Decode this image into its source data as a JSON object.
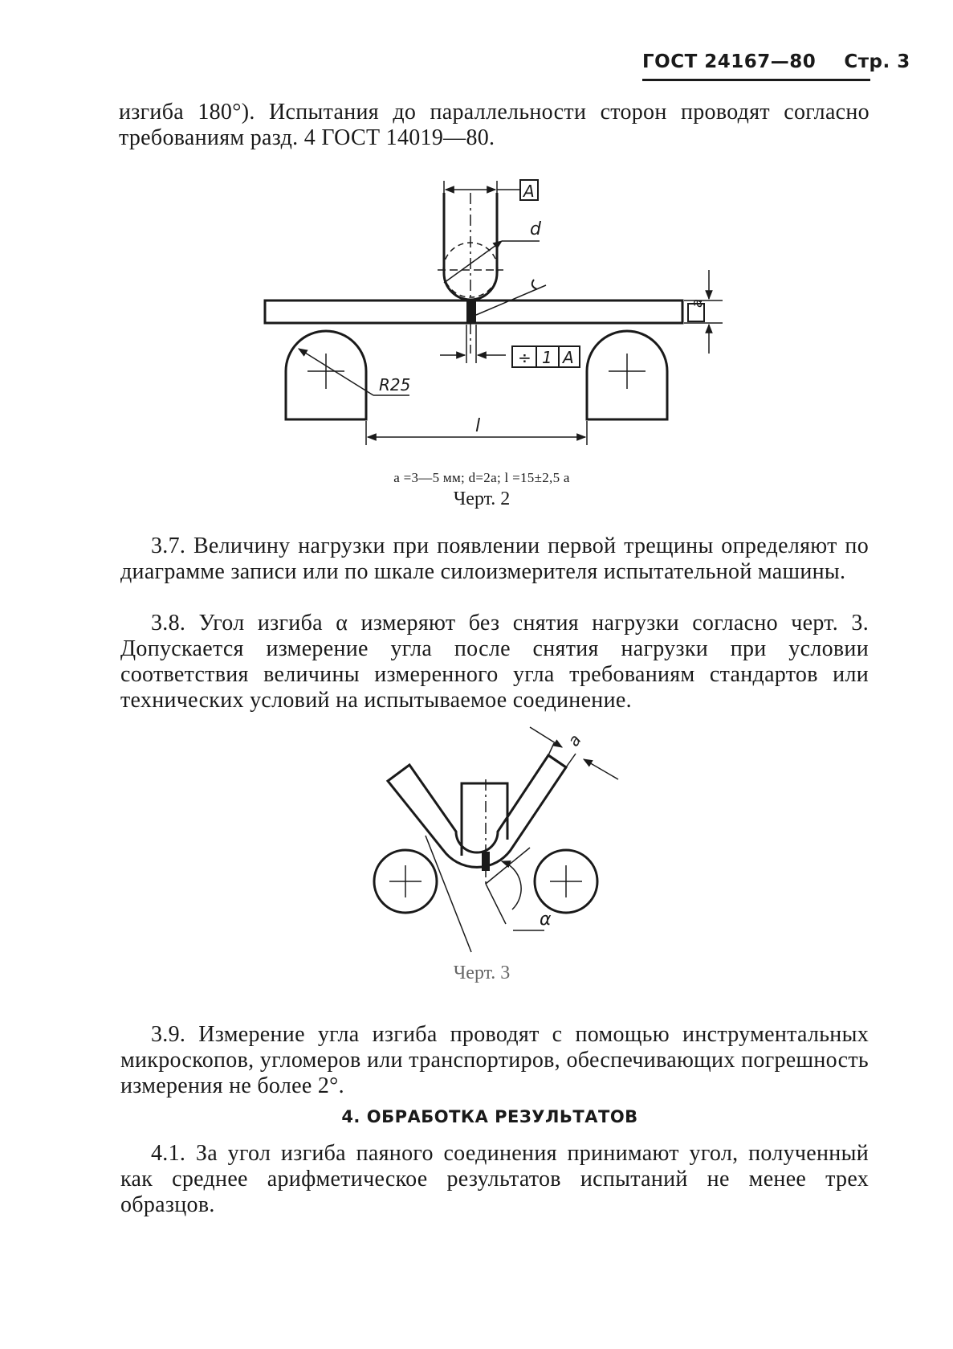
{
  "header": {
    "gost": "ГОСТ 24167—80",
    "page": "Стр. 3"
  },
  "intro_paragraph": "изгиба 180°). Испытания до параллельности сторон проводят согласно требованиям разд. 4 ГОСТ 14019—80.",
  "figure2": {
    "labels": {
      "A": "A",
      "d": "d",
      "weld": "c",
      "a": "a",
      "R": "R25",
      "l": "l",
      "tol_sym": "÷",
      "tol_val": "1",
      "tol_ref": "A"
    },
    "formula": "a =3—5 мм; d=2a; l =15±2,5 a",
    "caption": "Черт. 2"
  },
  "p37": "3.7. Величину нагрузки при появлении первой трещины определяют по диаграмме записи или по шкале силоизмерителя испытательной машины.",
  "p38": "3.8. Угол изгиба α измеряют без снятия нагрузки согласно черт. 3. Допускается измерение угла после снятия нагрузки при условии соответствия величины измеренного угла требованиям стандартов или технических условий на испытываемое соединение.",
  "figure3": {
    "labels": {
      "a": "a",
      "alpha": "α"
    },
    "caption": "Черт. 3"
  },
  "p39": "3.9. Измерение угла изгиба проводят с помощью инструментальных микроскопов, угломеров или транспортиров, обеспечивающих погрешность измерения не более 2°.",
  "section4": {
    "heading": "4. ОБРАБОТКА РЕЗУЛЬТАТОВ",
    "p41": "4.1. За угол изгиба паяного соединения принимают угол, полученный как среднее арифметическое результатов испытаний не менее трех образцов."
  }
}
